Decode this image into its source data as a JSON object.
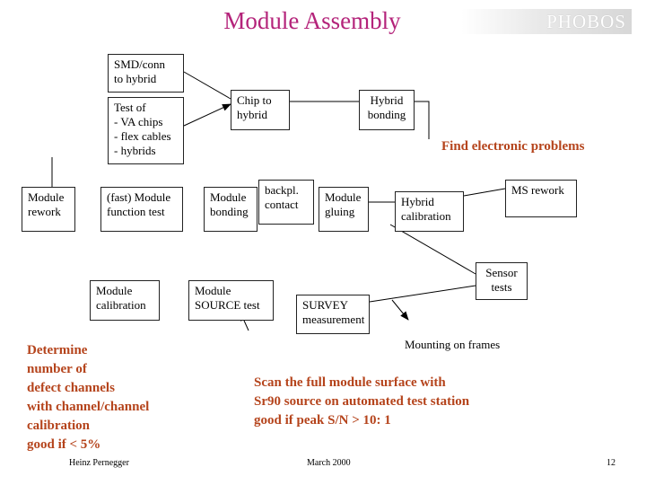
{
  "title": "Module Assembly",
  "logo": "PHOBOS",
  "boxes": {
    "smd": [
      "SMD/conn",
      "to hybrid"
    ],
    "test": [
      "Test of",
      "- VA chips",
      "- flex cables",
      "- hybrids"
    ],
    "chip": [
      "Chip to",
      "hybrid"
    ],
    "hybrid_bonding": [
      "Hybrid",
      "bonding"
    ],
    "rework": [
      "Module",
      "rework"
    ],
    "function_test": [
      "(fast) Module",
      "function test"
    ],
    "module_bonding": [
      "Module",
      "bonding"
    ],
    "backpl": [
      "backpl.",
      "contact"
    ],
    "gluing": [
      "Module",
      "gluing"
    ],
    "hybrid_calibration": [
      "Hybrid",
      "calibration"
    ],
    "ms_rework": "MS rework",
    "module_calibration": [
      "Module",
      "calibration"
    ],
    "source_test": [
      "Module",
      "SOURCE  test"
    ],
    "survey": [
      "SURVEY",
      "measurement"
    ],
    "sensor_tests": [
      "Sensor",
      "tests"
    ],
    "mounting": "Mounting on frames"
  },
  "notes": {
    "find_problems": "Find electronic problems",
    "defect": [
      "Determine",
      "number of",
      "defect channels",
      "with channel/channel",
      "calibration",
      "good if < 5%"
    ],
    "scan": [
      "Scan the full module surface with",
      "Sr90 source on automated test station",
      "good if peak S/N > 10: 1"
    ]
  },
  "footer": {
    "author": "Heinz Pernegger",
    "date": "March 2000",
    "page": "12"
  },
  "colors": {
    "title": "#b4237a",
    "notes": "#b5441c"
  }
}
